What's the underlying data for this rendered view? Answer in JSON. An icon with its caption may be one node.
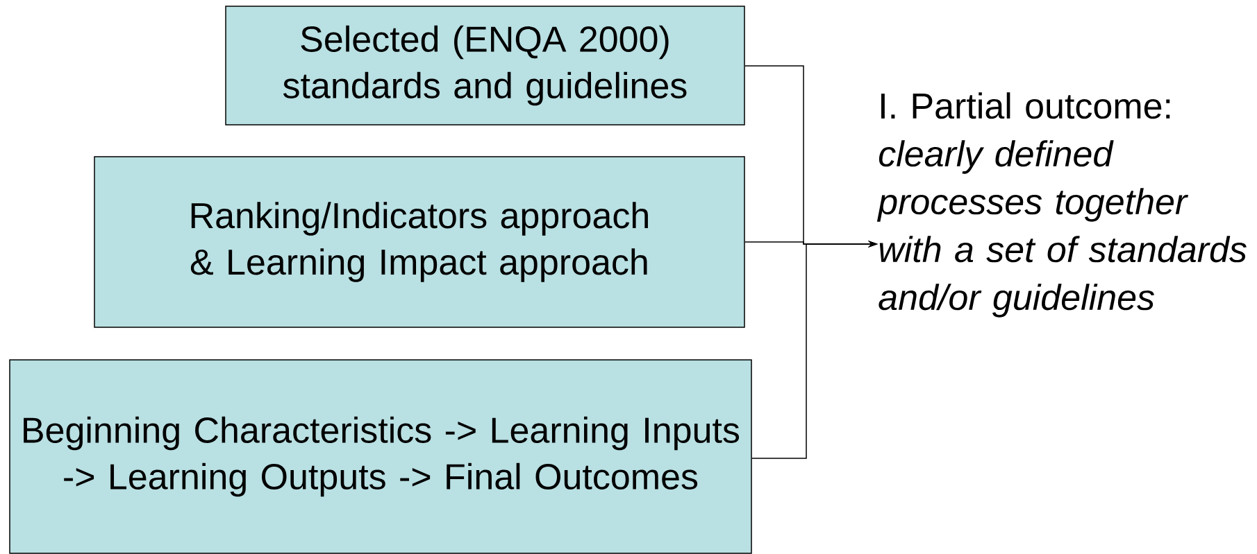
{
  "diagram": {
    "nodes": [
      {
        "text": [
          "Selected (ENQA 2000) standards and guidelines"
        ]
      },
      {
        "text": [
          "Ranking/Indicators approach & Learning Impact approach"
        ]
      },
      {
        "text": [
          "Beginning Characteristics -> Learning Inputs -> Learning Outputs -> Final Outcomes"
        ]
      },
      {
        "text": [
          "I. Partial outcome:",
          "clearly defined processes together with a set of standards and/or guidelines"
        ]
      }
    ],
    "edges": [
      {
        "from": 0,
        "to": 3,
        "arrow": "to"
      },
      {
        "from": 1,
        "to": 3,
        "arrow": "to"
      },
      {
        "from": 2,
        "to": 3,
        "arrow": "to"
      }
    ]
  }
}
